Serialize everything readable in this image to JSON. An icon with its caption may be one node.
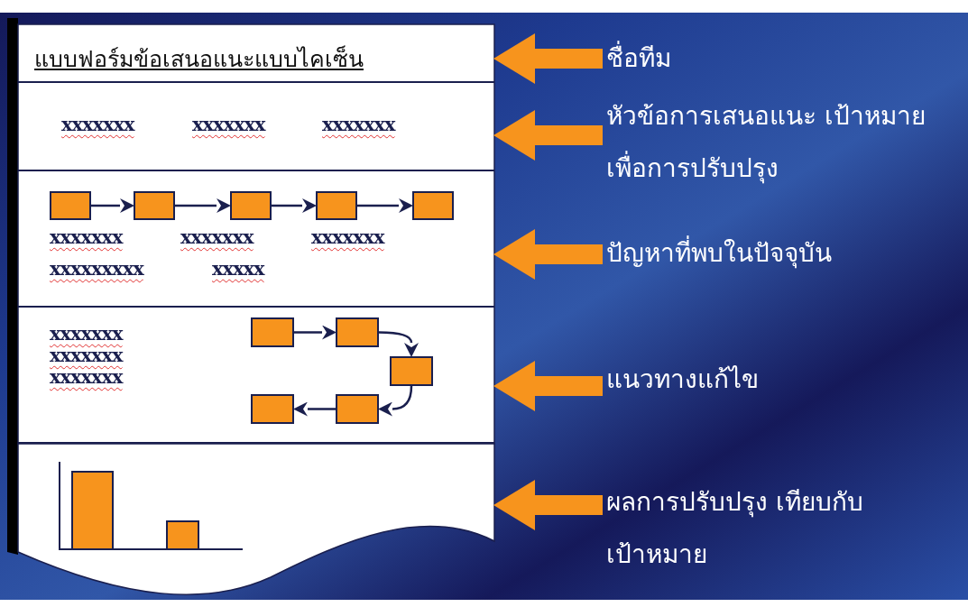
{
  "diagram": {
    "nodes": [
      {
        "text": [
          "แบบฟอร์มข้อเสนอแนะแบบไคเซ็น"
        ]
      },
      {
        "text": [
          "xxxxxxx",
          "xxxxxxx",
          "xxxxxxx"
        ]
      },
      {
        "text": [
          "xxxxxxx",
          "xxxxxxx",
          "xxxxxxx",
          "xxxxxxxxx",
          "xxxxx"
        ]
      },
      {
        "text": [],
        "shape": "box",
        "in": 2
      },
      {
        "text": [],
        "shape": "box",
        "in": 2
      },
      {
        "text": [],
        "shape": "box",
        "in": 2
      },
      {
        "text": [],
        "shape": "box",
        "in": 2
      },
      {
        "text": [],
        "shape": "box",
        "in": 2
      },
      {
        "text": [
          "xxxxxxx",
          "xxxxxxx",
          "xxxxxxx"
        ]
      },
      {
        "text": [],
        "shape": "box",
        "in": 8
      },
      {
        "text": [],
        "shape": "box",
        "in": 8
      },
      {
        "text": [],
        "shape": "box",
        "in": 8
      },
      {
        "text": [],
        "shape": "box",
        "in": 8
      },
      {
        "text": [],
        "shape": "box",
        "in": 8
      },
      {
        "text": [],
        "shape": "box"
      },
      {
        "text": [
          "ชื่อทีม"
        ]
      },
      {
        "text": [
          "หัวข้อการเสนอแนะ เป้าหมายเพื่อการปรับปรุง"
        ]
      },
      {
        "text": [
          "ปัญหาที่พบในปัจจุบัน"
        ]
      },
      {
        "text": [
          "แนวทางแก้ไข"
        ]
      },
      {
        "text": [
          "ผลการปรับปรุง เทียบกับเป้าหมาย"
        ]
      }
    ],
    "edges": [
      {
        "from": 3,
        "to": 4,
        "arrow": "to"
      },
      {
        "from": 4,
        "to": 5,
        "arrow": "to"
      },
      {
        "from": 5,
        "to": 6,
        "arrow": "to"
      },
      {
        "from": 6,
        "to": 7,
        "arrow": "to"
      },
      {
        "from": 9,
        "to": 10,
        "arrow": "to"
      },
      {
        "from": 10,
        "to": 11,
        "arrow": "to"
      },
      {
        "from": 11,
        "to": 13,
        "arrow": "to"
      },
      {
        "from": 13,
        "to": 12,
        "arrow": "to"
      },
      {
        "from": 15,
        "to": 0,
        "arrow": "to",
        "style": "thick",
        "color": "#f7941d"
      },
      {
        "from": 16,
        "to": 1,
        "arrow": "to",
        "style": "thick",
        "color": "#f7941d"
      },
      {
        "from": 17,
        "to": 2,
        "arrow": "to",
        "style": "thick",
        "color": "#f7941d"
      },
      {
        "from": 18,
        "to": 8,
        "arrow": "to",
        "style": "thick",
        "color": "#f7941d"
      },
      {
        "from": 19,
        "to": 14,
        "arrow": "to",
        "style": "thick",
        "color": "#f7941d"
      }
    ]
  }
}
